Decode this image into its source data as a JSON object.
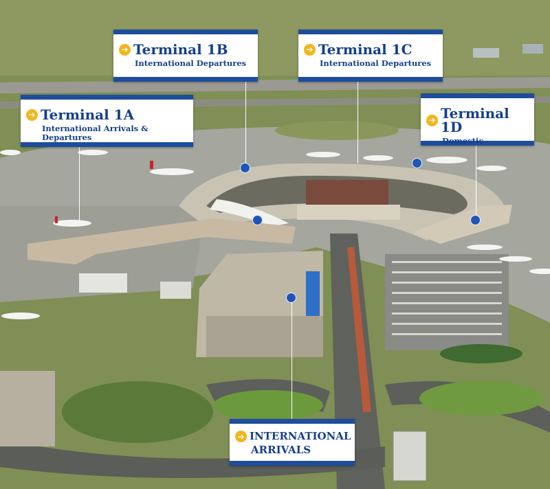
{
  "map": {
    "labels": {
      "t1b": {
        "title": "Terminal 1B",
        "subtitle": "International Departures"
      },
      "t1c": {
        "title": "Terminal 1C",
        "subtitle": "International Departures"
      },
      "t1a": {
        "title": "Terminal 1A",
        "subtitle": "International Arrivals & Departures"
      },
      "t1d": {
        "title": "Terminal 1D",
        "subtitle": "Domestic"
      },
      "arrivals": {
        "title": "INTERNATIONAL",
        "subtitle": "ARRIVALS"
      }
    },
    "arrow_glyph": "➔",
    "colors": {
      "label_band": "#1d4d9c",
      "label_text": "#143f8a",
      "arrow_badge": "#f3b51b",
      "pin": "#1f56b5"
    }
  }
}
